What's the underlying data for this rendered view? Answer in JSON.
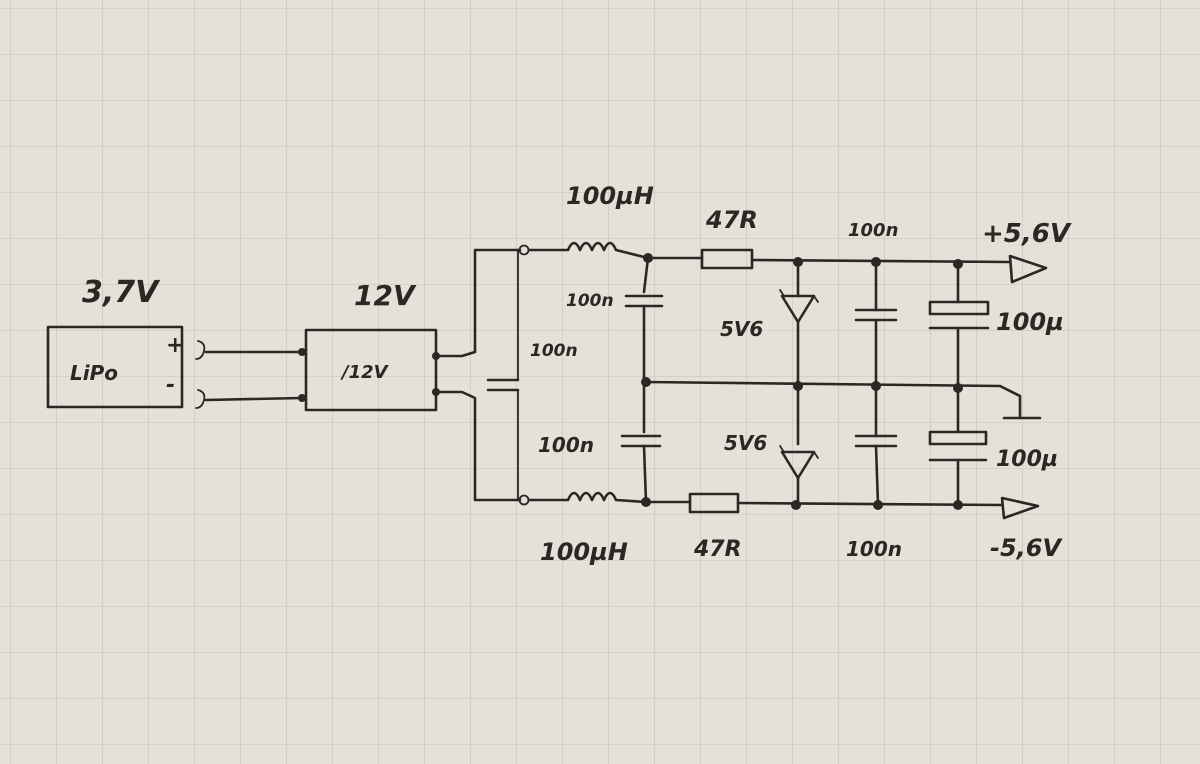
{
  "battery": {
    "voltage": "3,7V",
    "label": "LiPo",
    "plus": "+",
    "minus": "-"
  },
  "boost": {
    "voltage": "12V",
    "label": "/12V"
  },
  "input_cap": {
    "value": "100n"
  },
  "inductor_top": {
    "value": "100µH"
  },
  "inductor_bottom": {
    "value": "100µH"
  },
  "cap_top_left": {
    "value": "100n"
  },
  "cap_bottom_left": {
    "value": "100n"
  },
  "resistor_top": {
    "value": "47R"
  },
  "resistor_bottom": {
    "value": "47R"
  },
  "zener_top": {
    "value": "5V6"
  },
  "zener_bottom": {
    "value": "5V6"
  },
  "cap_top_right_label": {
    "value": "100n"
  },
  "cap_bottom_right_label": {
    "value": "100n"
  },
  "elec_cap_top": {
    "value": "100µ"
  },
  "elec_cap_bottom": {
    "value": "100µ"
  },
  "output_pos": {
    "value": "+5,6V"
  },
  "output_neg": {
    "value": "-5,6V"
  }
}
